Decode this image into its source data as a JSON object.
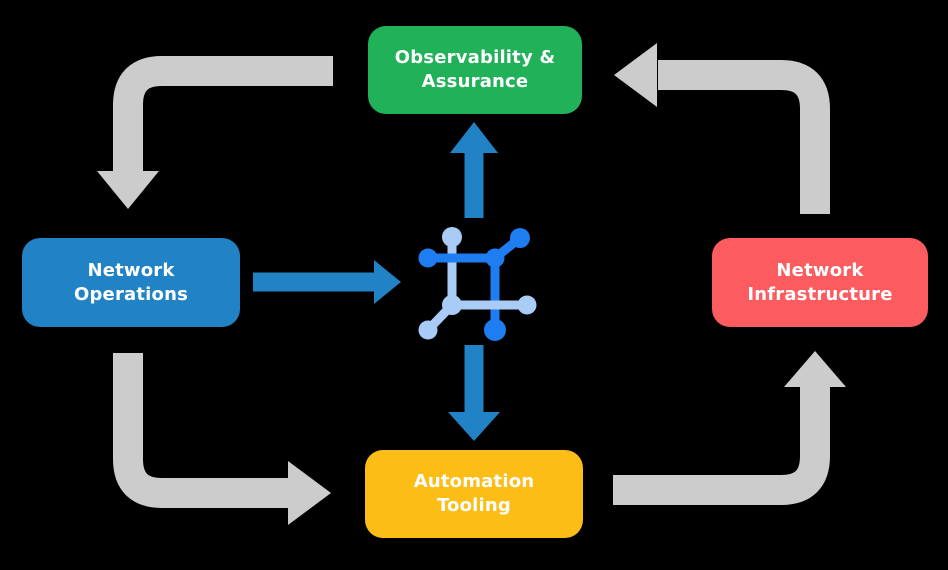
{
  "canvas": {
    "background": "#000000",
    "text_color": "#FFFFFF"
  },
  "nodes": {
    "observability": {
      "label": "Observability &\nAssurance",
      "color": "#21B158"
    },
    "operations": {
      "label": "Network\nOperations",
      "color": "#2183C5"
    },
    "infrastructure": {
      "label": "Network\nInfrastructure",
      "color": "#FC5B5F"
    },
    "tooling": {
      "label": "Automation\nTooling",
      "color": "#FCBD17"
    }
  },
  "center_icon": {
    "name": "network-automation-icon",
    "color": "#1E7DF0",
    "light_color": "#A8CCF5"
  },
  "flows": {
    "arrow_gray": "#CCCCCC",
    "arrow_blue": "#2183C5",
    "gray_cycle": [
      {
        "from": "Observability & Assurance",
        "to": "Network Operations"
      },
      {
        "from": "Network Operations",
        "to": "Automation Tooling"
      },
      {
        "from": "Automation Tooling",
        "to": "Network Infrastructure"
      },
      {
        "from": "Network Infrastructure",
        "to": "Observability & Assurance"
      }
    ],
    "blue": [
      {
        "from": "Network Operations",
        "to": "center-icon"
      },
      {
        "from": "center-icon",
        "to": "Observability & Assurance"
      },
      {
        "from": "center-icon",
        "to": "Automation Tooling"
      }
    ]
  }
}
